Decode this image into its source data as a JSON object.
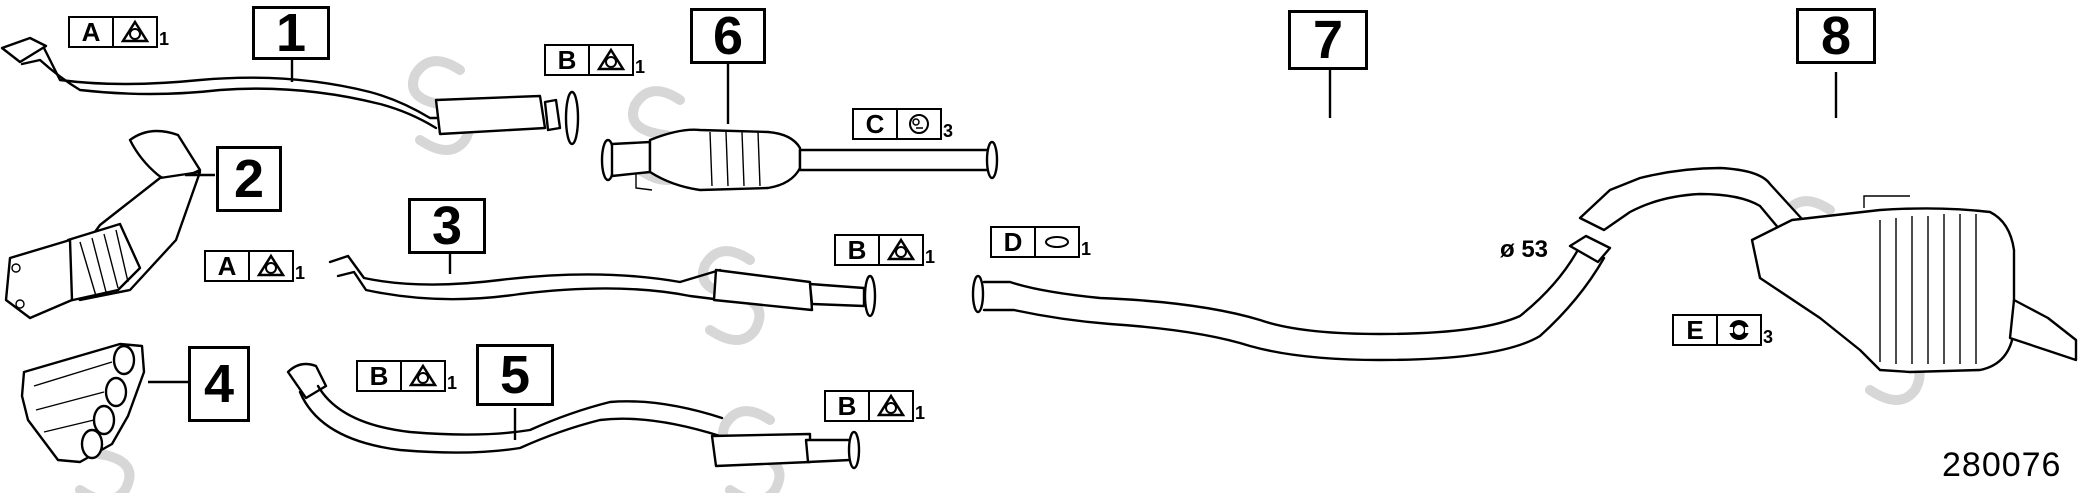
{
  "callouts": [
    "1",
    "2",
    "3",
    "4",
    "5",
    "6",
    "7",
    "8"
  ],
  "refs": [
    {
      "letter": "A",
      "qty": "1",
      "icon": "gasket-triangle-icon"
    },
    {
      "letter": "B",
      "qty": "1",
      "icon": "gasket-triangle-icon"
    },
    {
      "letter": "C",
      "qty": "3",
      "icon": "rubber-hanger-icon"
    },
    {
      "letter": "A",
      "qty": "1",
      "icon": "gasket-triangle-icon"
    },
    {
      "letter": "B",
      "qty": "1",
      "icon": "gasket-triangle-icon"
    },
    {
      "letter": "D",
      "qty": "1",
      "icon": "oval-seal-ring-icon"
    },
    {
      "letter": "B",
      "qty": "1",
      "icon": "gasket-triangle-icon"
    },
    {
      "letter": "B",
      "qty": "1",
      "icon": "gasket-triangle-icon"
    },
    {
      "letter": "E",
      "qty": "3",
      "icon": "rubber-mount-icon"
    }
  ],
  "diameter_label": "ø 53",
  "diagram_number": "280076"
}
